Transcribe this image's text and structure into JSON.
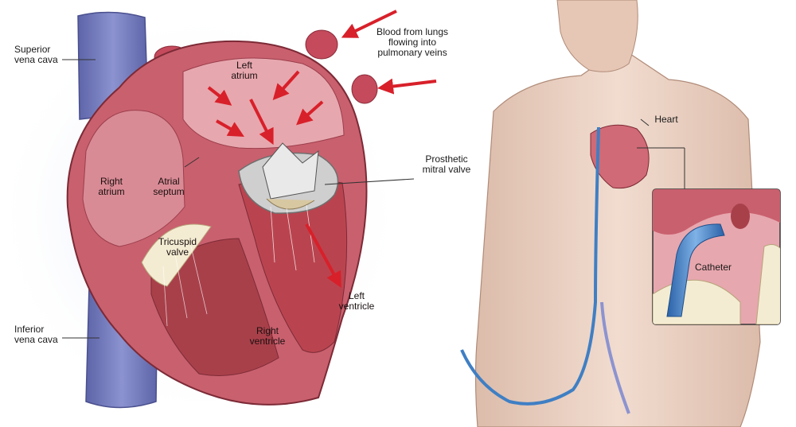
{
  "labels": {
    "superior_vena_cava": "Superior\nvena cava",
    "inferior_vena_cava": "Inferior\nvena cava",
    "blood_from_lungs": "Blood from lungs\nflowing into\npulmonary veins",
    "left_atrium": "Left\natrium",
    "right_atrium": "Right\natrium",
    "atrial_septum": "Atrial\nseptum",
    "prosthetic_mitral_valve": "Prosthetic\nmitral valve",
    "tricuspid_valve": "Tricuspid\nvalve",
    "left_ventricle": "Left\nventricle",
    "right_ventricle": "Right\nventricle",
    "heart": "Heart",
    "catheter": "Catheter"
  },
  "colors": {
    "vena_cava": "#7f86c4",
    "heart_wall": "#c9606e",
    "chamber": "#e7a7ae",
    "arrow": "#d8202a",
    "skin": "#ecd3c4",
    "catheter": "#3f7fc4"
  }
}
